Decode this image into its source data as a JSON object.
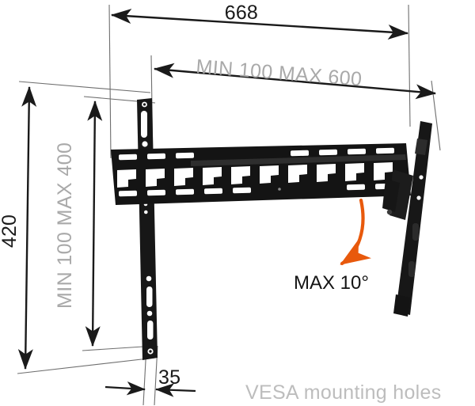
{
  "drawing": {
    "title": "TV wall mount dimension drawing",
    "background_color": "#ffffff",
    "product_color": "#1a1a1a",
    "accent_color": "#e8590c",
    "dim_line_color": "#1a1a1a",
    "gray_text_color": "#a9a9a9",
    "light_gray_text_color": "#bdbdbd"
  },
  "dimensions": {
    "overall_width": "668",
    "vesa_width_range": "MIN 100  MAX 600",
    "overall_height": "420",
    "vesa_height_range": "MIN 100  MAX 400",
    "depth": "35"
  },
  "annotations": {
    "tilt_angle": "MAX 10°",
    "vesa_caption": "VESA mounting holes"
  },
  "units": {
    "system": "mm"
  }
}
